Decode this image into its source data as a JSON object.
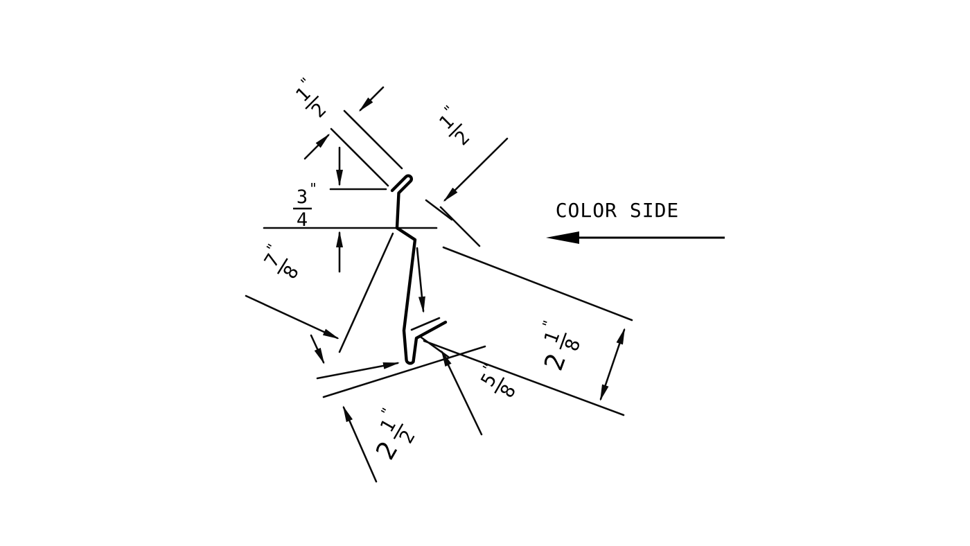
{
  "drawing": {
    "ink": "#000000",
    "background": "#ffffff",
    "color_side": {
      "label": "COLOR SIDE"
    },
    "dims": {
      "top_hem": {
        "num": "1",
        "den": "2",
        "unit": "\""
      },
      "top_hem_right": {
        "num": "1",
        "den": "2",
        "unit": "\""
      },
      "upper_riser": {
        "num": "3",
        "den": "4",
        "unit": "\""
      },
      "upper_face": {
        "num": "7",
        "den": "8",
        "unit": "\""
      },
      "bottom_flange": {
        "whole": "2",
        "num": "1",
        "den": "2",
        "unit": "\""
      },
      "bottom_hem": {
        "num": "5",
        "den": "8",
        "unit": "\""
      },
      "face": {
        "whole": "2",
        "num": "1",
        "den": "8",
        "unit": "\""
      }
    }
  }
}
